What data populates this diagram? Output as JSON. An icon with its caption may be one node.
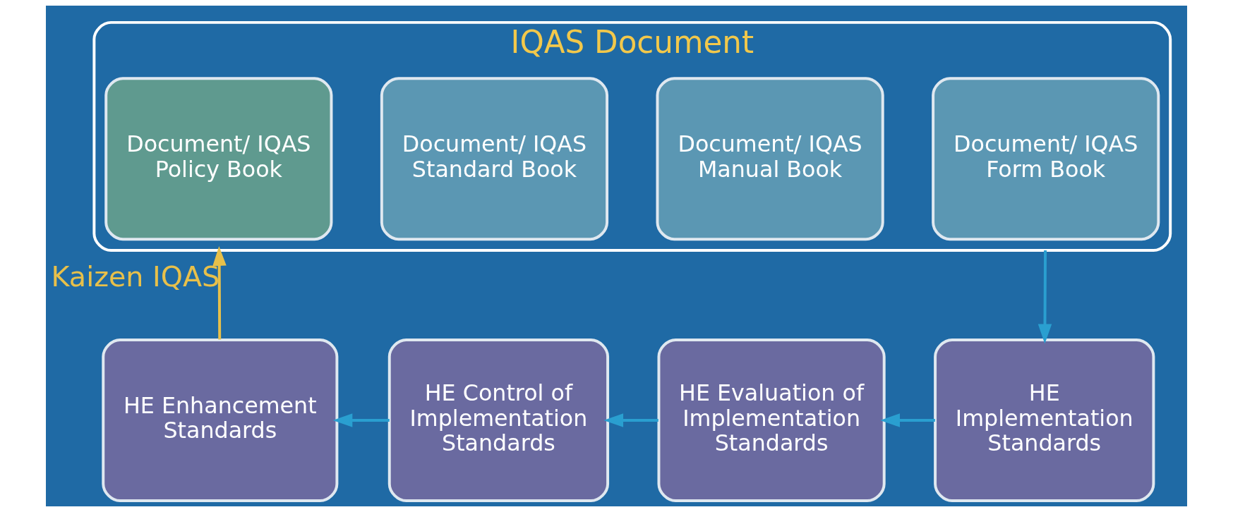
{
  "diagram": {
    "nodes": [
      {
        "text": [
          "IQAS Document"
        ]
      },
      {
        "text": [
          "Document/ IQAS Policy Book"
        ],
        "in": 0
      },
      {
        "text": [
          "Document/ IQAS Manual Book"
        ],
        "in": 0
      },
      {
        "text": [
          "Document/ IQAS Standard Book"
        ],
        "in": 0
      },
      {
        "text": [
          "Document/ IQAS Form Book"
        ],
        "in": 0
      },
      {
        "text": [
          "HE Enhancement Standards"
        ]
      },
      {
        "text": [
          "HE Control of Implementation Standards"
        ]
      },
      {
        "text": [
          "HE Evaluation of Implementation Standards"
        ]
      },
      {
        "text": [
          "HE Implementation Standards"
        ]
      }
    ],
    "edges": [
      {
        "from": 0,
        "to": 8,
        "arrow": "to"
      },
      {
        "from": 8,
        "to": 7,
        "arrow": "to"
      },
      {
        "from": 7,
        "to": 6,
        "arrow": "to"
      },
      {
        "from": 6,
        "to": 5,
        "arrow": "to"
      },
      {
        "from": 5,
        "to": 0,
        "arrow": "to",
        "color": "#e8c04a",
        "label": "Kaizen IQAS"
      }
    ]
  }
}
